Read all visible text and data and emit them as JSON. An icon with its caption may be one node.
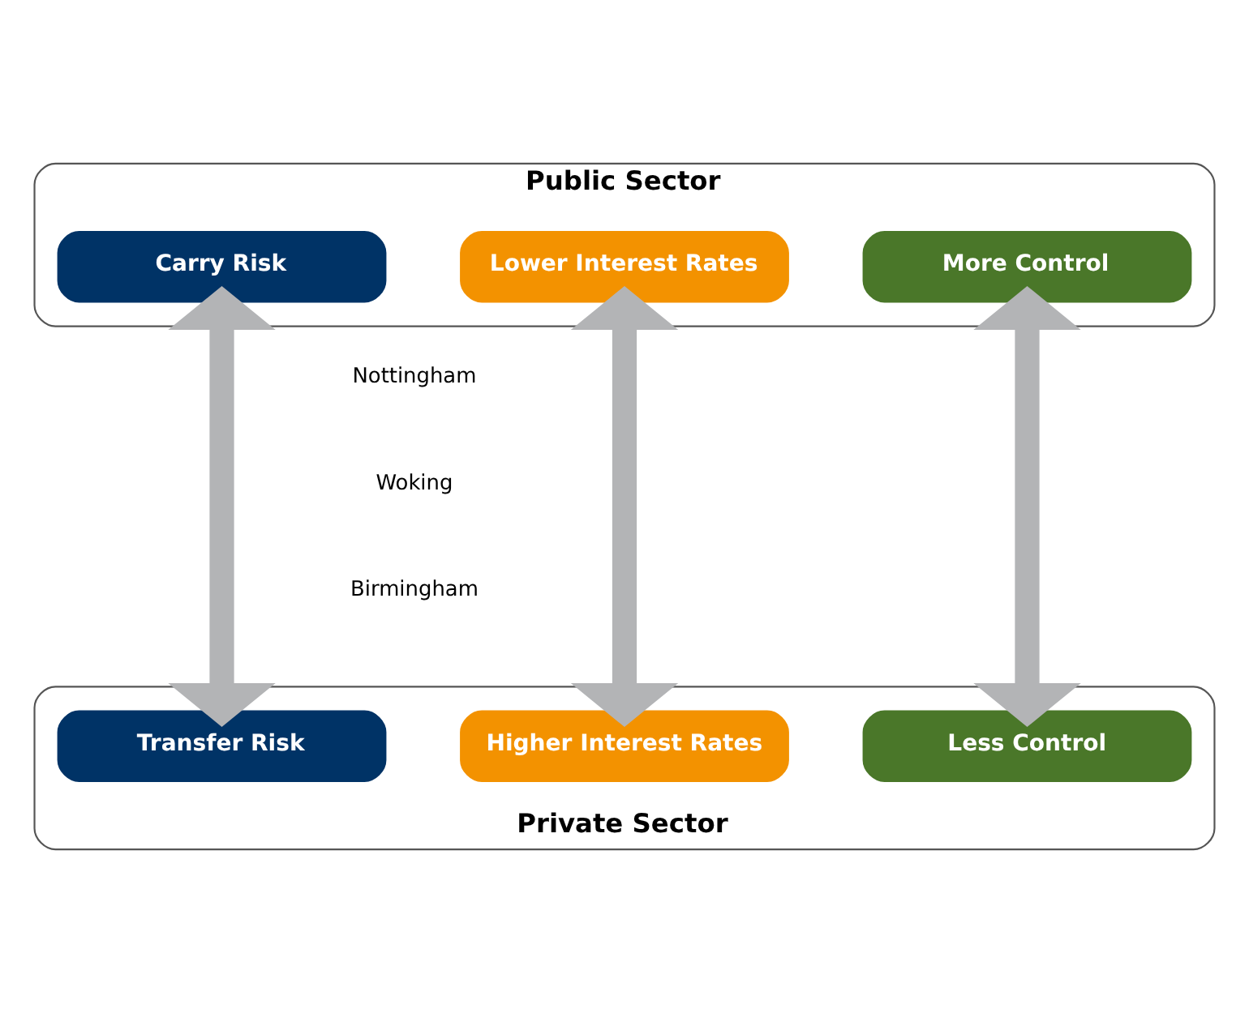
{
  "diagram": {
    "nodes": [
      {
        "text": [
          "Public Sector"
        ]
      },
      {
        "text": [
          "Carry Risk"
        ],
        "in": 0
      },
      {
        "text": [
          "Lower Interest Rates"
        ],
        "in": 0
      },
      {
        "text": [
          "More Control"
        ],
        "in": 0
      },
      {
        "text": [
          "Private Sector"
        ]
      },
      {
        "text": [
          "Transfer Risk"
        ],
        "in": 4
      },
      {
        "text": [
          "Higher Interest Rates"
        ],
        "in": 4
      },
      {
        "text": [
          "Less Control"
        ],
        "in": 4
      }
    ],
    "edges": [
      {
        "from": 1,
        "to": 5,
        "arrow": "both"
      },
      {
        "from": 2,
        "to": 6,
        "arrow": "both"
      },
      {
        "from": 3,
        "to": 7,
        "arrow": "both"
      }
    ],
    "labels": [
      "Nottingham",
      "Woking",
      "Birmingham"
    ]
  }
}
